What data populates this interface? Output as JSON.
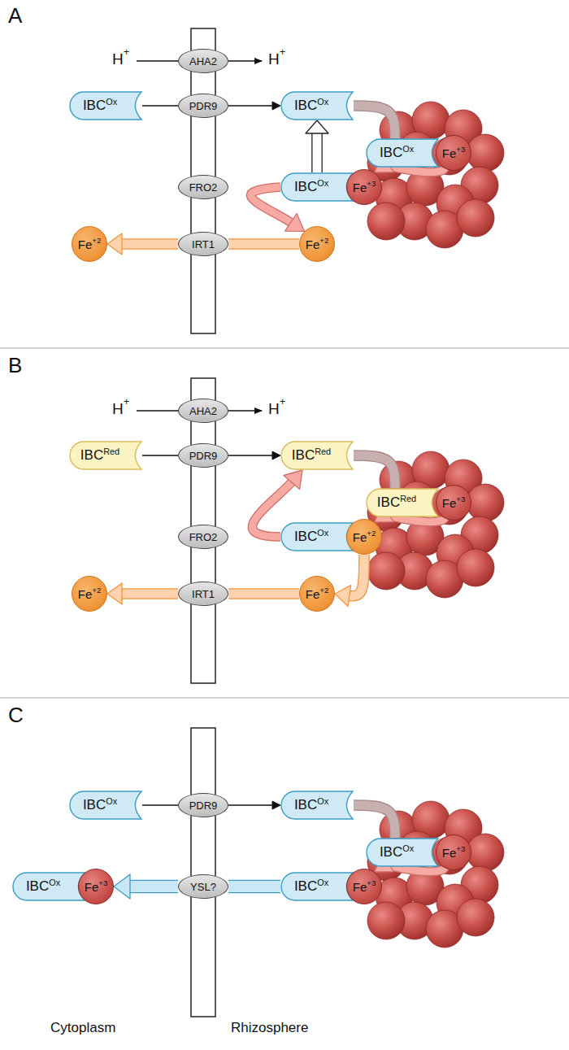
{
  "diagram": {
    "nodes": [
      {
        "text": [
          "AHA2"
        ]
      },
      {
        "text": [
          "IBC",
          "Ox"
        ]
      },
      {
        "text": [
          "PDR9"
        ]
      },
      {
        "text": [
          "IBC",
          "Ox"
        ]
      },
      {
        "text": [
          "IBC",
          "Ox"
        ]
      },
      {
        "text": [
          "Fe",
          "+3"
        ]
      },
      {
        "text": [
          "FRO2"
        ]
      },
      {
        "text": [
          "IBC",
          "Ox"
        ]
      },
      {
        "text": [
          "Fe",
          "+3"
        ]
      },
      {
        "text": [
          "IRT1"
        ]
      },
      {
        "text": [
          "Fe",
          "+2"
        ]
      },
      {
        "text": [
          "Fe",
          "+2"
        ]
      },
      {
        "text": [
          "AHA2"
        ]
      },
      {
        "text": [
          "IBC",
          "Red"
        ]
      },
      {
        "text": [
          "PDR9"
        ]
      },
      {
        "text": [
          "IBC",
          "Red"
        ]
      },
      {
        "text": [
          "IBC",
          "Red"
        ]
      },
      {
        "text": [
          "Fe",
          "+3"
        ]
      },
      {
        "text": [
          "FRO2"
        ]
      },
      {
        "text": [
          "IBC",
          "Ox"
        ]
      },
      {
        "text": [
          "Fe",
          "+2"
        ]
      },
      {
        "text": [
          "IRT1"
        ]
      },
      {
        "text": [
          "Fe",
          "+2"
        ]
      },
      {
        "text": [
          "Fe",
          "+2"
        ]
      },
      {
        "text": [
          "IBC",
          "Ox"
        ]
      },
      {
        "text": [
          "PDR9"
        ]
      },
      {
        "text": [
          "IBC",
          "Ox"
        ]
      },
      {
        "text": [
          "IBC",
          "Ox"
        ]
      },
      {
        "text": [
          "Fe",
          "+3"
        ]
      },
      {
        "text": [
          "YSL?"
        ]
      },
      {
        "text": [
          "IBC",
          "Ox"
        ]
      },
      {
        "text": [
          "Fe",
          "+3"
        ]
      },
      {
        "text": [
          "IBC",
          "Ox"
        ]
      },
      {
        "text": [
          "Fe",
          "+3"
        ]
      }
    ],
    "edges": [
      {
        "from": 1,
        "to": 2,
        "arrow": "none"
      },
      {
        "from": 2,
        "to": 3,
        "arrow": "to"
      },
      {
        "from": 3,
        "to": 4,
        "arrow": "none"
      },
      {
        "from": 5,
        "to": 8,
        "arrow": "to"
      },
      {
        "from": 7,
        "to": 3,
        "arrow": "to"
      },
      {
        "from": 7,
        "to": 10,
        "arrow": "to"
      },
      {
        "from": 10,
        "to": 9,
        "arrow": "none"
      },
      {
        "from": 9,
        "to": 11,
        "arrow": "to"
      },
      {
        "from": 13,
        "to": 14,
        "arrow": "none"
      },
      {
        "from": 14,
        "to": 15,
        "arrow": "to"
      },
      {
        "from": 15,
        "to": 16,
        "arrow": "none"
      },
      {
        "from": 17,
        "to": 20,
        "arrow": "to"
      },
      {
        "from": 19,
        "to": 15,
        "arrow": "to"
      },
      {
        "from": 20,
        "to": 22,
        "arrow": "to"
      },
      {
        "from": 22,
        "to": 21,
        "arrow": "none"
      },
      {
        "from": 21,
        "to": 23,
        "arrow": "to"
      },
      {
        "from": 24,
        "to": 25,
        "arrow": "none"
      },
      {
        "from": 25,
        "to": 26,
        "arrow": "to"
      },
      {
        "from": 26,
        "to": 27,
        "arrow": "none"
      },
      {
        "from": 28,
        "to": 31,
        "arrow": "to"
      },
      {
        "from": 30,
        "to": 29,
        "arrow": "none"
      },
      {
        "from": 29,
        "to": 33,
        "arrow": "to"
      }
    ],
    "labels": [
      "A",
      "H",
      "+",
      "H",
      "+",
      "B",
      "H",
      "+",
      "H",
      "+",
      "C",
      "Cytoplasm",
      "Rhizosphere"
    ]
  }
}
